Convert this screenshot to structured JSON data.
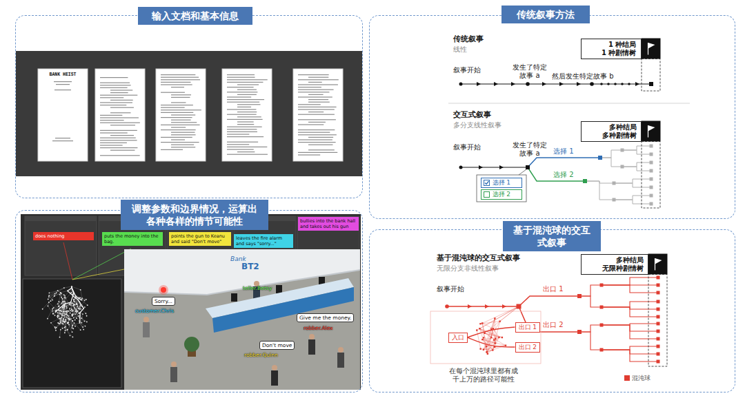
{
  "diagram": {
    "nodes": [
      {
        "text": [
          "输入文档和基本信息"
        ]
      },
      {
        "text": [
          "传统叙事方法"
        ]
      },
      {
        "text": [
          "1 种结局",
          "1 种剧情树"
        ],
        "in": 1
      },
      {
        "text": [
          "多种结局",
          "多种剧情树"
        ],
        "in": 1
      },
      {
        "text": [
          "选择 1"
        ],
        "in": 1
      },
      {
        "text": [
          "选择 2"
        ],
        "in": 1
      },
      {
        "text": [
          "调整参数和边界情况，运算出各种各样的情节可能性"
        ]
      },
      {
        "text": [
          "基于混沌球的交互式叙事"
        ]
      },
      {
        "text": [
          "多种结局",
          "无限种剧情树"
        ],
        "in": 7
      },
      {
        "text": [
          "入口"
        ],
        "in": 7
      },
      {
        "text": [
          "出口 1"
        ],
        "in": 7
      },
      {
        "text": [
          "出口 2"
        ],
        "in": 7
      }
    ],
    "edges": [
      {
        "from": 9,
        "to": 10,
        "arrow": "none"
      },
      {
        "from": 9,
        "to": 11,
        "arrow": "none"
      }
    ],
    "labels": [
      "BANK HEIST",
      "传统叙事",
      "线性",
      "叙事开始",
      "发生了特定 故事 a",
      "然后发生特定故事 b",
      "交互式叙事",
      "多分支线性叙事",
      "叙事开始",
      "发生了特定 故事 a",
      "选择 1",
      "选择 2",
      "does nothing",
      "puts the money into the bag.",
      "points the gun to Keanu and said \"Don't move\"",
      "leaves the fire alarm and says \"sorry...\"",
      "bullies into the bank hall and takes out his gun",
      "Bank",
      "BT2",
      "Sorry...",
      "customer.Chris",
      "teller.Betsy",
      "Give me the money.",
      "robber.Alex",
      "Don't move",
      "robber.Quinn",
      "基于混沌球的交互式叙事",
      "无限分支非线性叙事",
      "叙事开始",
      "出口 1",
      "出口 2",
      "在每个混沌球里都有成 千上万的路径可能性"
    ],
    "legend": [
      {
        "text": "混沌球",
        "color": "#e03c31"
      }
    ]
  }
}
